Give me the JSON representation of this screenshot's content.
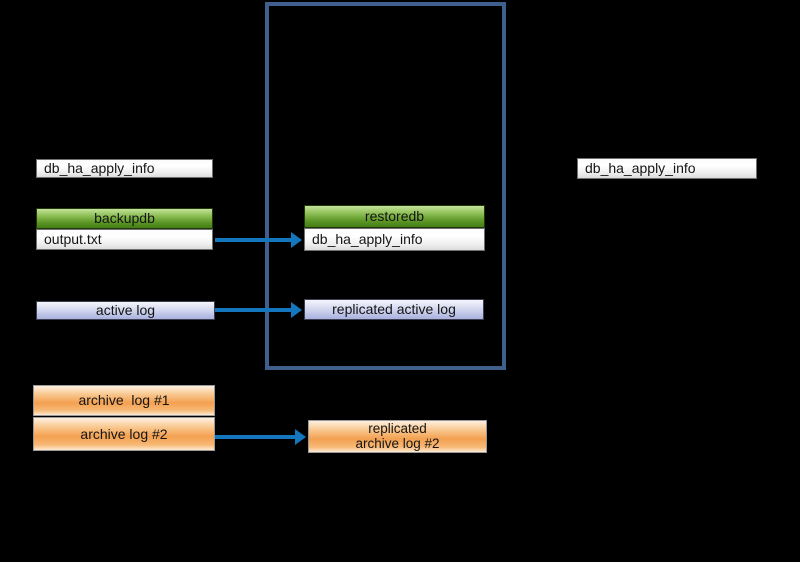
{
  "diagram": {
    "background_color": "#000000",
    "container_border_color": "#3f608e",
    "arrow_color": "#1477be",
    "nodes": {
      "left_apply_info": {
        "label": "db_ha_apply_info"
      },
      "backupdb": {
        "label": "backupdb"
      },
      "output_txt": {
        "label": "output.txt"
      },
      "restoredb": {
        "label": "restoredb"
      },
      "mid_apply_info": {
        "label": "db_ha_apply_info"
      },
      "active_log": {
        "label": "active log"
      },
      "replicated_active_log": {
        "label": "replicated active log"
      },
      "archive_log_1": {
        "label": "archive  log #1"
      },
      "archive_log_2": {
        "label": "archive log #2"
      },
      "replicated_archive_log_2": {
        "line1": "replicated",
        "line2": "archive log #2"
      },
      "right_apply_info": {
        "label": "db_ha_apply_info"
      }
    },
    "box_colors": {
      "white_box": "#f2f2f2",
      "green_box": "#5d9726",
      "lavender_box": "#a9b1de",
      "orange_box": "#f3a050"
    }
  }
}
